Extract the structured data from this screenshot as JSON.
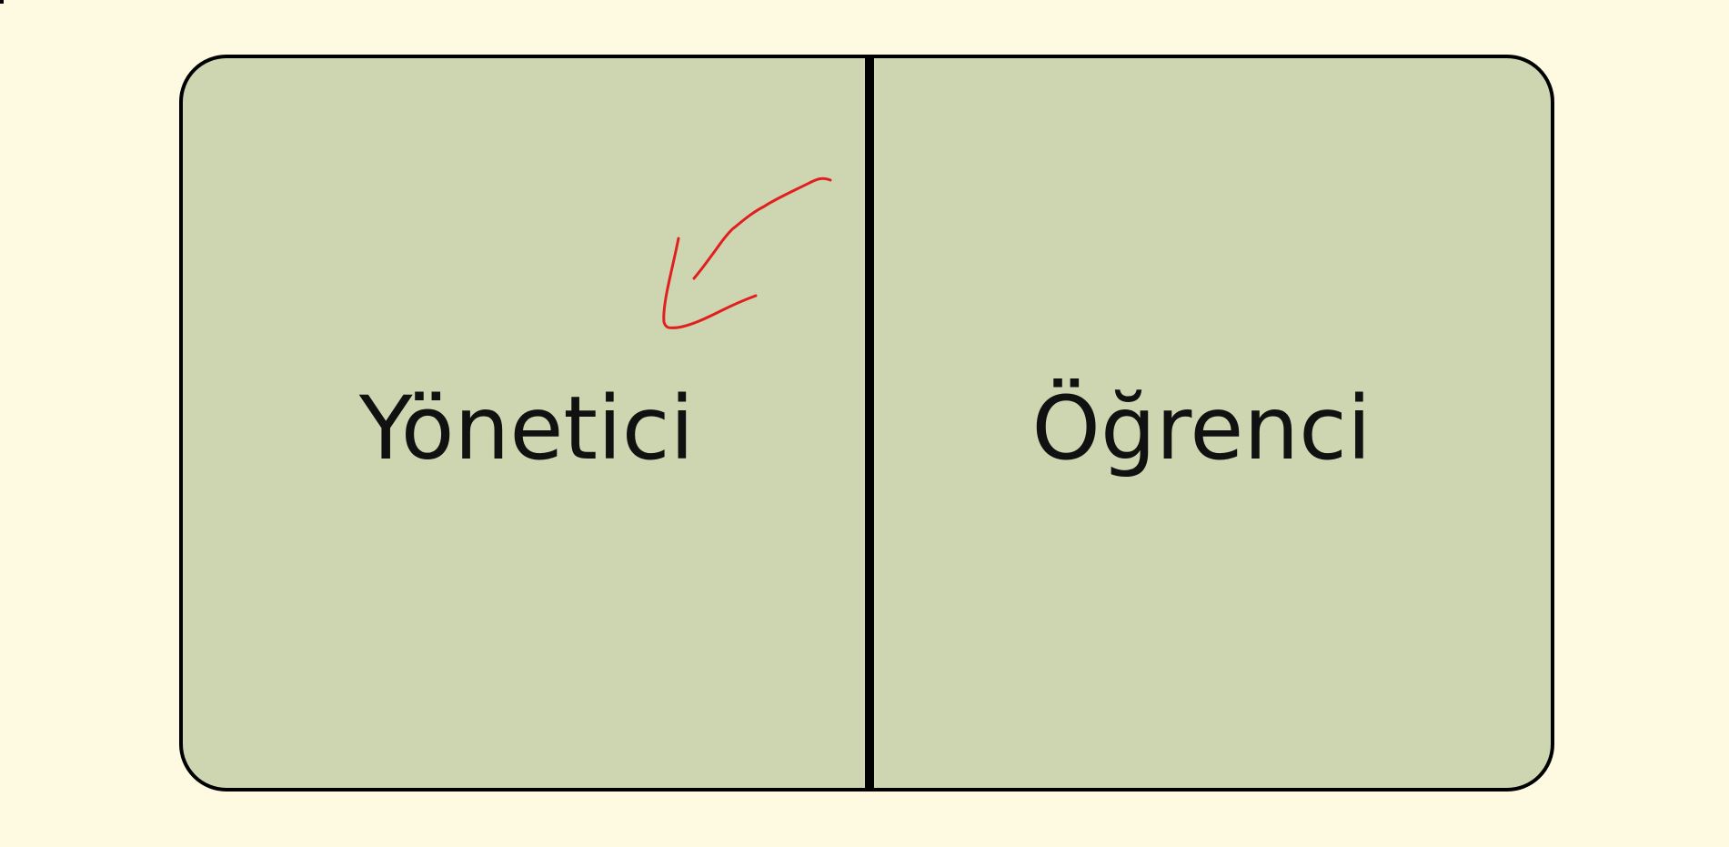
{
  "role_selector": {
    "options": [
      {
        "id": "admin",
        "label": "Yönetici"
      },
      {
        "id": "student",
        "label": "Öğrenci"
      }
    ]
  },
  "colors": {
    "background": "#fef9e1",
    "panel": "#cdd6b0",
    "border": "#000000",
    "annotation_stroke": "#e02020"
  },
  "annotation": {
    "icon": "hand-drawn-arrow-icon",
    "points_to": "admin"
  }
}
